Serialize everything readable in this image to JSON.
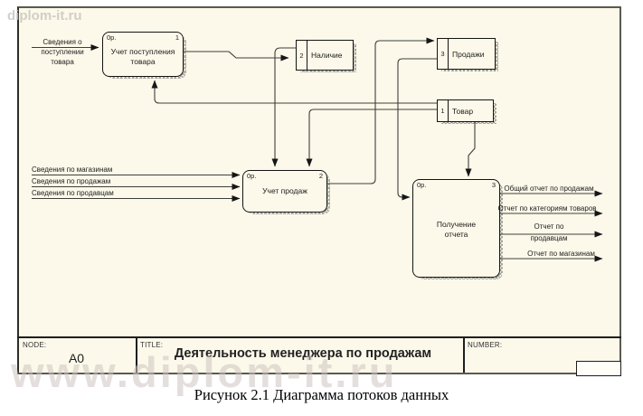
{
  "page": {
    "watermark_top": "diplom-it.ru",
    "watermark_bottom": "www.diplom-it.ru",
    "caption": "Рисунок 2.1 Диаграмма потоков данных"
  },
  "frame": {
    "node_label": "NODE:",
    "node_value": "A0",
    "title_label": "TITLE:",
    "title_value": "Деятельность менеджера по продажам",
    "number_label": "NUMBER:"
  },
  "processes": [
    {
      "cost": "0р.",
      "num": "1",
      "name": "Учет поступления товара"
    },
    {
      "cost": "0р.",
      "num": "2",
      "name": "Учет продаж"
    },
    {
      "cost": "0р.",
      "num": "3",
      "name": "Получение отчета"
    }
  ],
  "stores": [
    {
      "num": "2",
      "name": "Наличие"
    },
    {
      "num": "3",
      "name": "Продажи"
    },
    {
      "num": "1",
      "name": "Товар"
    }
  ],
  "flows": {
    "input_receipt": "Сведения о поступлении товара",
    "inputs_sales": [
      "Сведения по магазинам",
      "Сведения по продажам",
      "Сведения по продавцам"
    ],
    "outputs": [
      "Общий отчет по продажам",
      "Отчет по категориям товаров",
      "Отчет по продавцам",
      "Отчет по магазинам"
    ]
  },
  "colors": {
    "background": "#fcf9ea",
    "line": "#3f3f3a",
    "watermark": "#cfc5c2"
  }
}
